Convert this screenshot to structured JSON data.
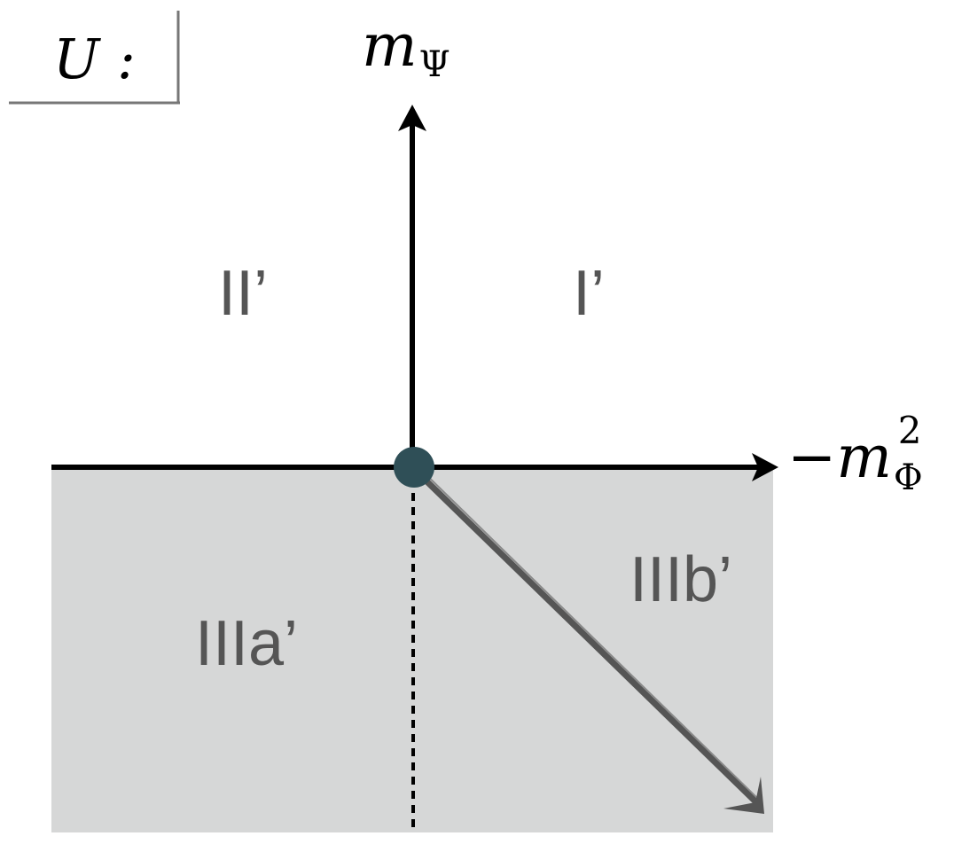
{
  "box_label": "U :",
  "y_axis_label": {
    "symbol": "m",
    "subscript": "Ψ"
  },
  "x_axis_label": {
    "prefix": "−",
    "symbol": "m",
    "subscript": "Φ",
    "superscript": "2"
  },
  "regions": {
    "top_left": "II’",
    "top_right": "I’",
    "bottom_left": "IIIa’",
    "bottom_right": "IIIb’"
  },
  "colors": {
    "axes": "#000000",
    "shaded_region": "#d6d7d7",
    "origin_dot": "#2f4f57",
    "flow_arrow": "#555555",
    "region_text": "#555555",
    "box_border": "#777777"
  }
}
